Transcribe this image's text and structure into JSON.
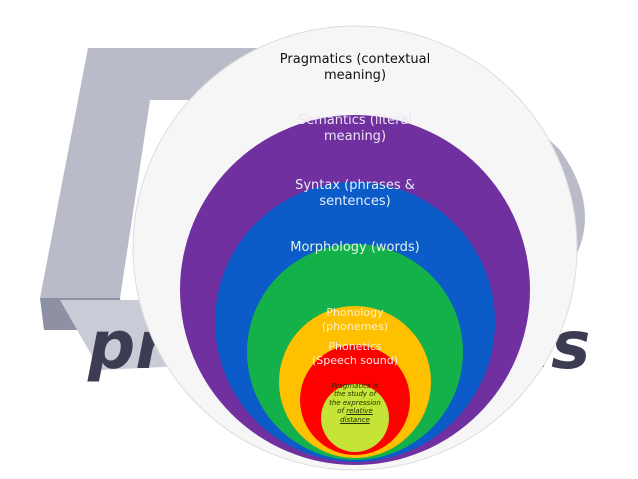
{
  "background": {
    "word_top": "p",
    "word_bottom": "pragmatics",
    "word_bottom_left": "pr",
    "word_bottom_right": "cs",
    "colors": {
      "logo_gray": "#b9bbc8",
      "logo_dark": "#3c3d52"
    }
  },
  "diagram": {
    "type": "nested-circles",
    "layers": [
      {
        "id": "pragmatics",
        "label": "Pragmatics (contextual meaning)",
        "color": "#ffffff"
      },
      {
        "id": "semantics",
        "label": "Semantics (literal meaning)",
        "color": "#7030a0"
      },
      {
        "id": "syntax",
        "label": "Syntax (phrases & sentences)",
        "color": "#0b5cc9"
      },
      {
        "id": "morphology",
        "label": "Morphology (words)",
        "color": "#14b14b"
      },
      {
        "id": "phonology",
        "label": "Phonology (phonemes)",
        "color": "#ffc000"
      },
      {
        "id": "phonetics",
        "label": "Phonetics (Speech sound)",
        "color": "#ff0000"
      },
      {
        "id": "core",
        "label_pre": "Pragmatics is the study of the expression of ",
        "label_underlined": "relative distance",
        "color": "#c6e337"
      }
    ]
  }
}
